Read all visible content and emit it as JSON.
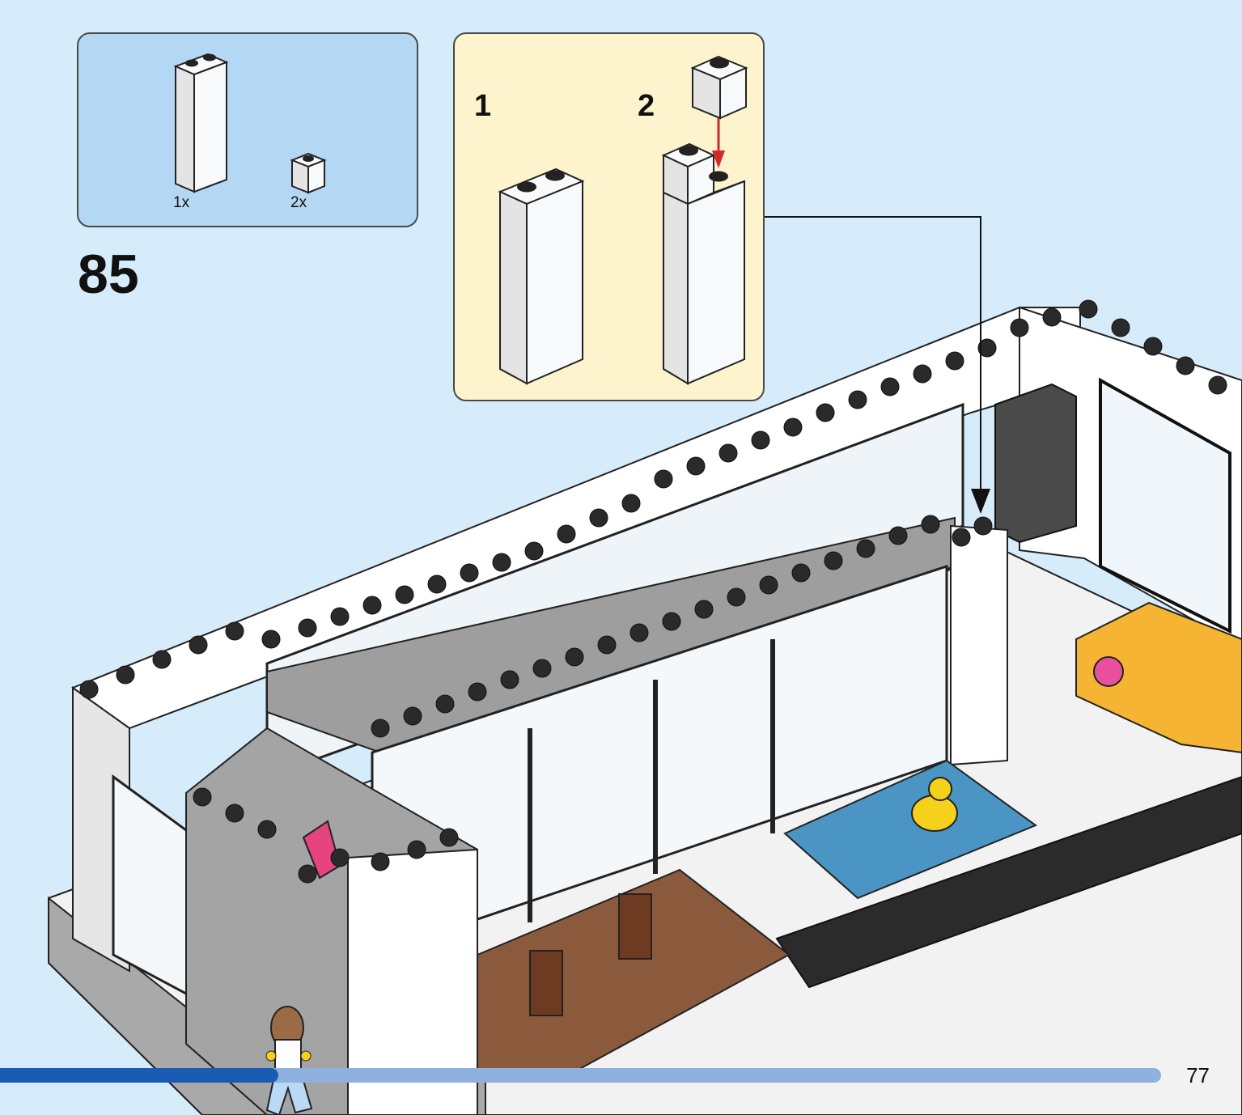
{
  "parts_list": {
    "items": [
      {
        "name": "brick-1x2x5-white",
        "quantity": "1x"
      },
      {
        "name": "brick-1x1-white",
        "quantity": "2x"
      }
    ],
    "background": "#b4d8f4"
  },
  "step": {
    "number": "85"
  },
  "substeps": {
    "labels": [
      "1",
      "2"
    ],
    "background": "#fdf3cc"
  },
  "page": {
    "number": "77"
  },
  "progress": {
    "fraction": 0.24
  },
  "colors": {
    "page_background": "#d7ecfb",
    "arrow_red": "#d22a2a",
    "progress_fill": "#1a5cb3",
    "progress_track": "#8fb1df"
  }
}
